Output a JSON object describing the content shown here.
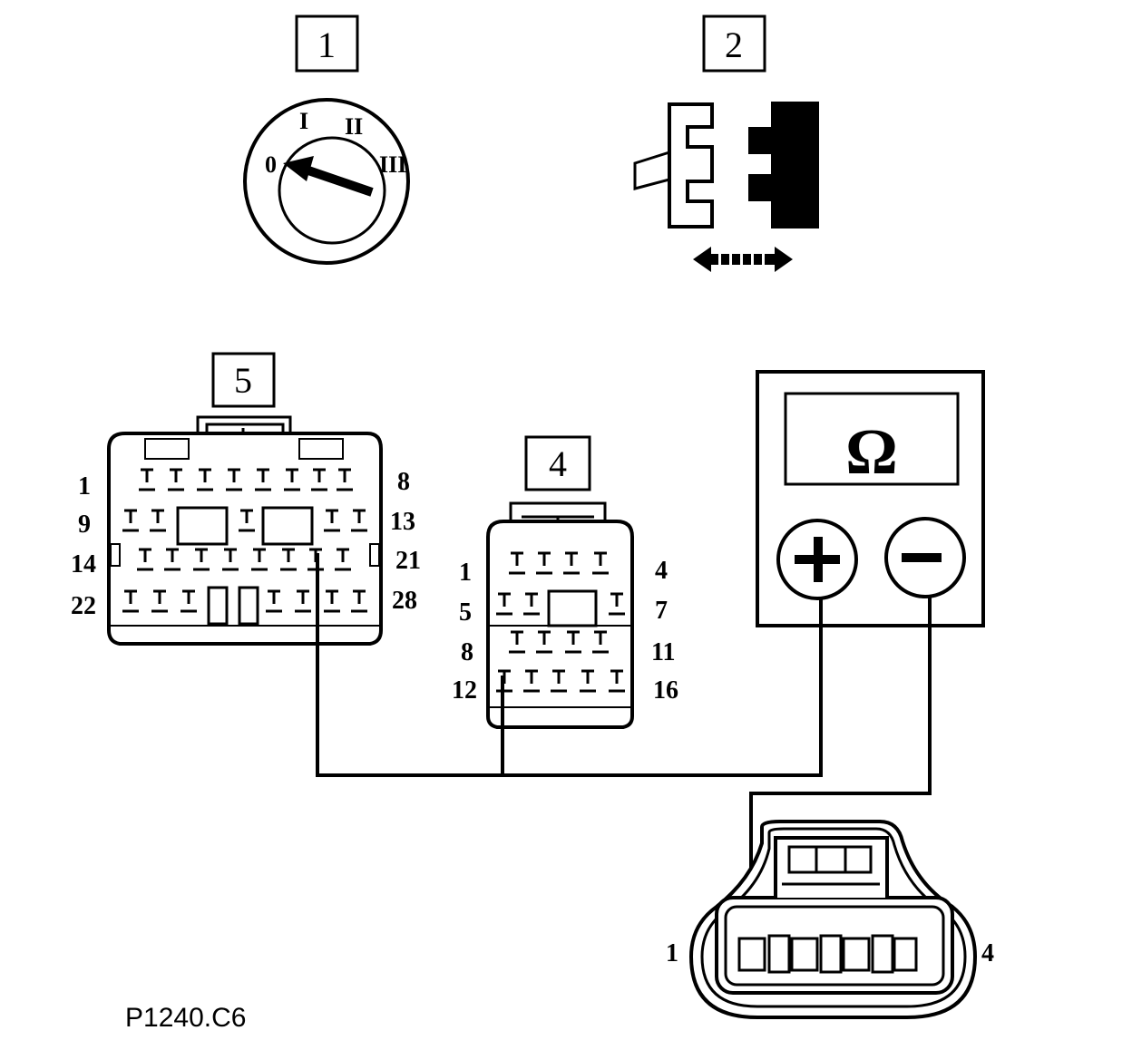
{
  "callouts": {
    "ignition_switch": "1",
    "connector_disconnect": "2",
    "connector_16pin": "4",
    "connector_28pin": "5"
  },
  "ignition_positions": [
    "0",
    "I",
    "II",
    "III"
  ],
  "ohmmeter": {
    "symbol": "Ω",
    "plus": "+",
    "minus": "−"
  },
  "connector_28pin_labels": {
    "r1_left": "1",
    "r1_right": "8",
    "r2_left": "9",
    "r2_right": "13",
    "r3_left": "14",
    "r3_right": "21",
    "r4_left": "22",
    "r4_right": "28"
  },
  "connector_16pin_labels": {
    "r1_left": "1",
    "r1_right": "4",
    "r2_left": "5",
    "r2_right": "7",
    "r3_left": "8",
    "r3_right": "11",
    "r4_left": "12",
    "r4_right": "16"
  },
  "sensor_connector_labels": {
    "left": "1",
    "right": "4"
  },
  "figure_code": "P1240.C6"
}
